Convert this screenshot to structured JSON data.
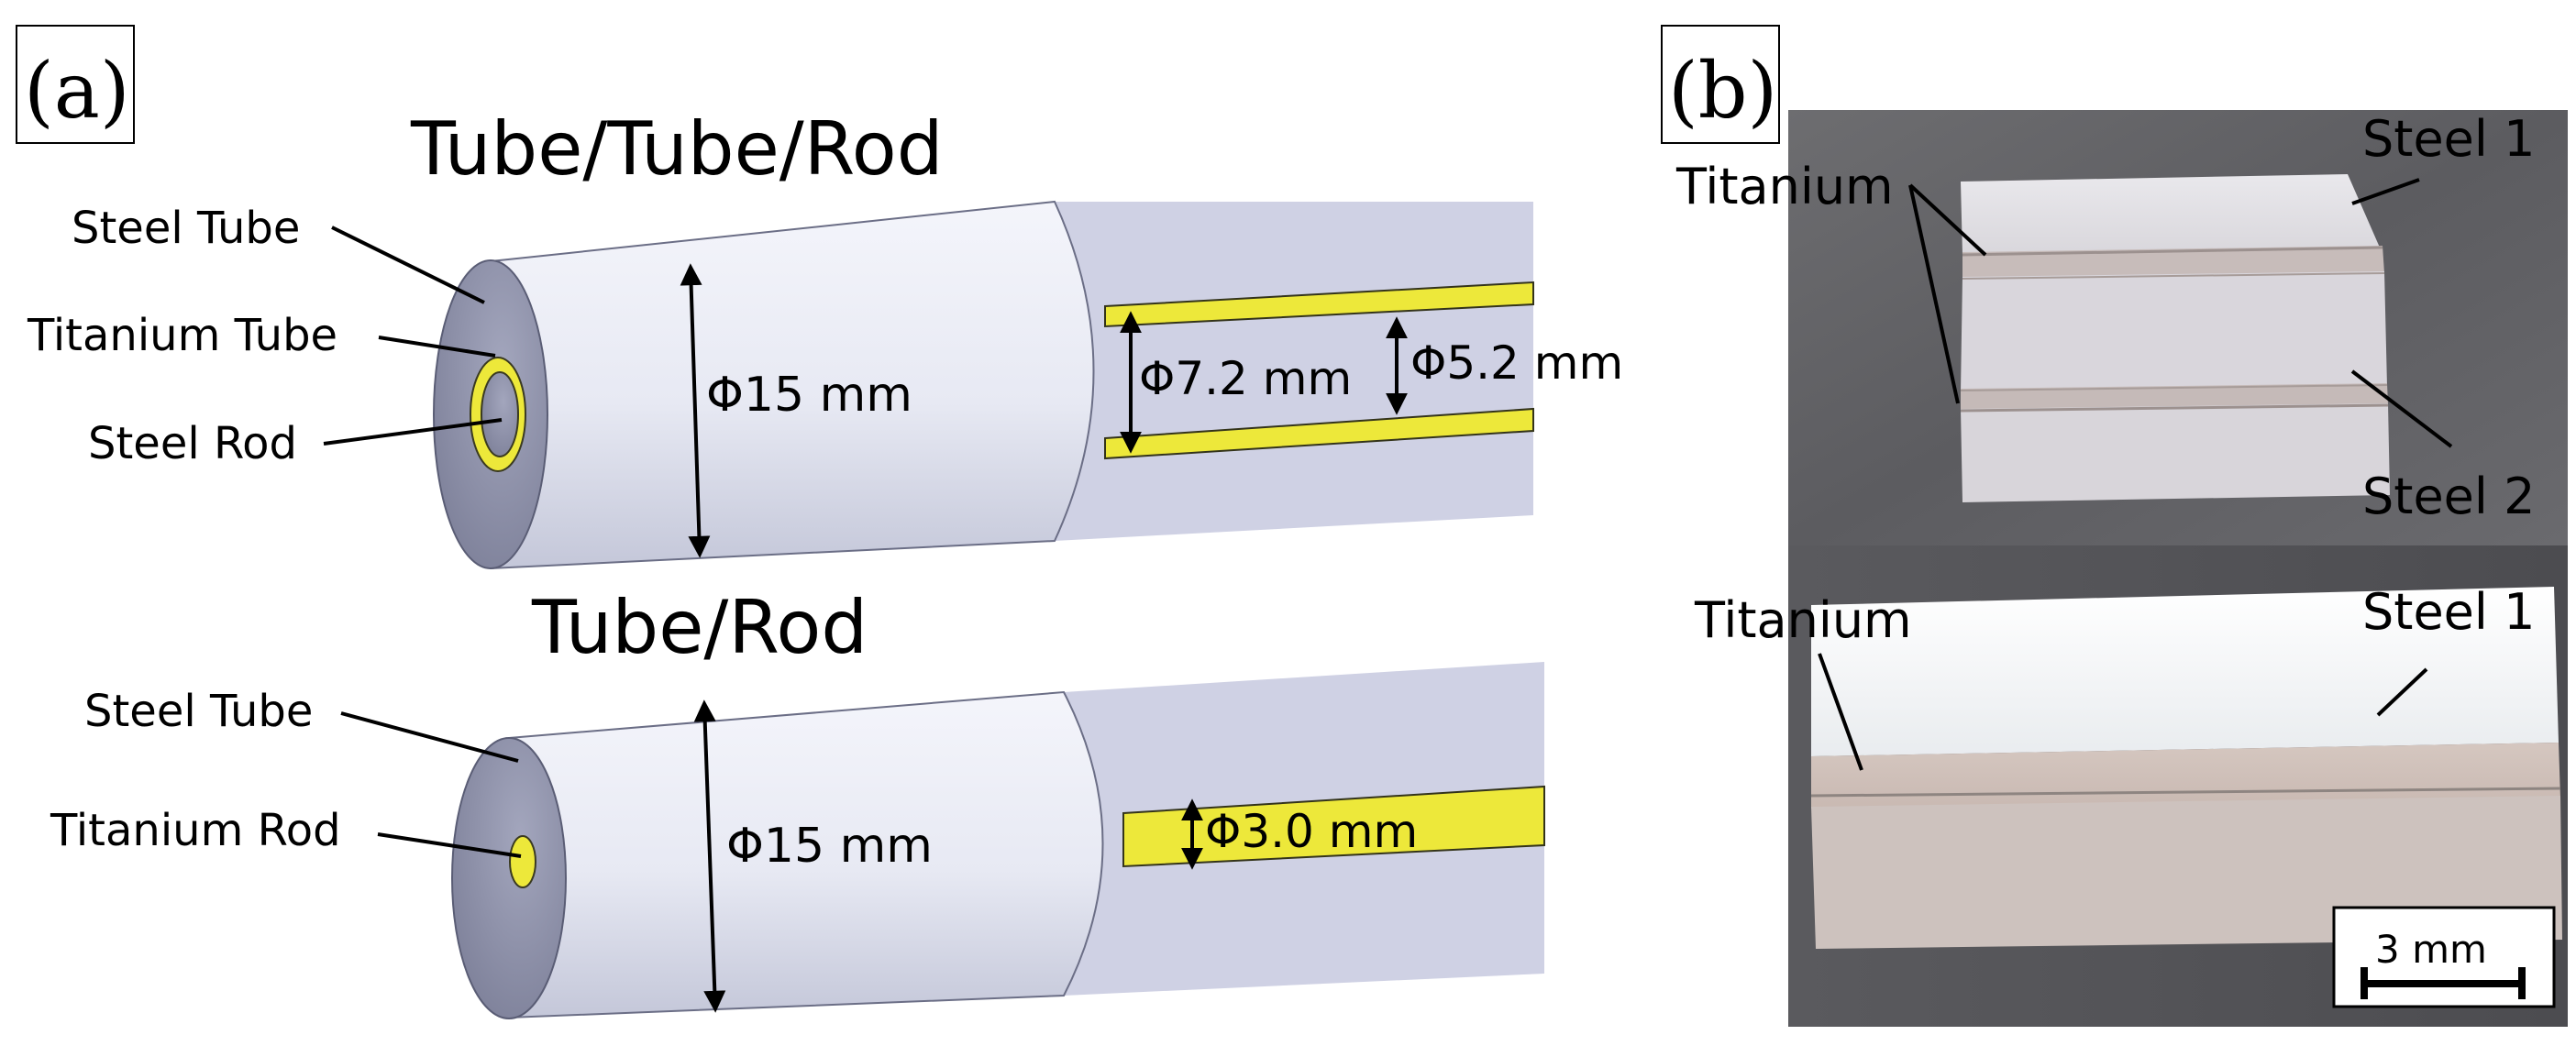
{
  "panel_a": {
    "letter": "(a)",
    "top": {
      "title": "Tube/Tube/Rod",
      "labels": {
        "steel_tube": "Steel Tube",
        "titanium_tube": "Titanium Tube",
        "steel_rod": "Steel Rod"
      },
      "dims": {
        "outer": "Φ15 mm",
        "ti_outer": "Φ7.2 mm",
        "ti_inner": "Φ5.2 mm"
      }
    },
    "bottom": {
      "title": "Tube/Rod",
      "labels": {
        "steel_tube": "Steel Tube",
        "titanium_rod": "Titanium Rod"
      },
      "dims": {
        "outer": "Φ15 mm",
        "rod": "Φ3.0 mm"
      }
    }
  },
  "panel_b": {
    "letter": "(b)",
    "top": {
      "titanium": "Titanium",
      "steel1": "Steel 1",
      "steel2": "Steel 2"
    },
    "bottom": {
      "titanium": "Titanium",
      "steel1": "Steel 1"
    },
    "scale_bar": "3 mm"
  },
  "colors": {
    "steel": "#e8eaf4",
    "steel_face": "#8d90a8",
    "titanium": "#ede83a",
    "cutaway": "#cfd1e4"
  }
}
